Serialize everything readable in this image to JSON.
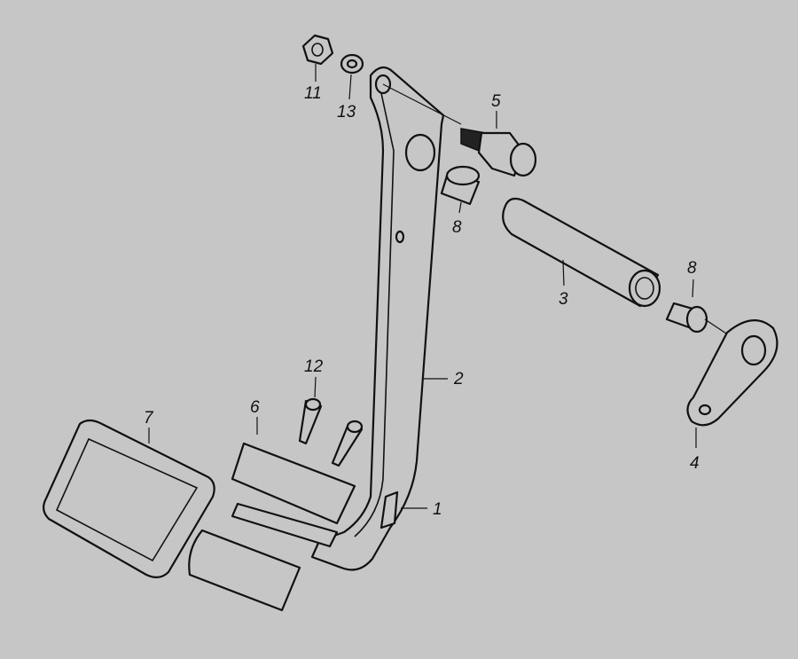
{
  "diagram": {
    "type": "exploded-parts-view",
    "background": "#c6c6c6",
    "callouts": {
      "pedal_lever": "1",
      "arm": "2",
      "sleeve": "3",
      "lever_plate": "4",
      "bolt": "5",
      "pad_bracket": "6",
      "pedal_pad": "7",
      "bushing_upper": "8",
      "bushing_lower": "8",
      "nut": "11",
      "rivet": "12",
      "washer": "13"
    }
  }
}
